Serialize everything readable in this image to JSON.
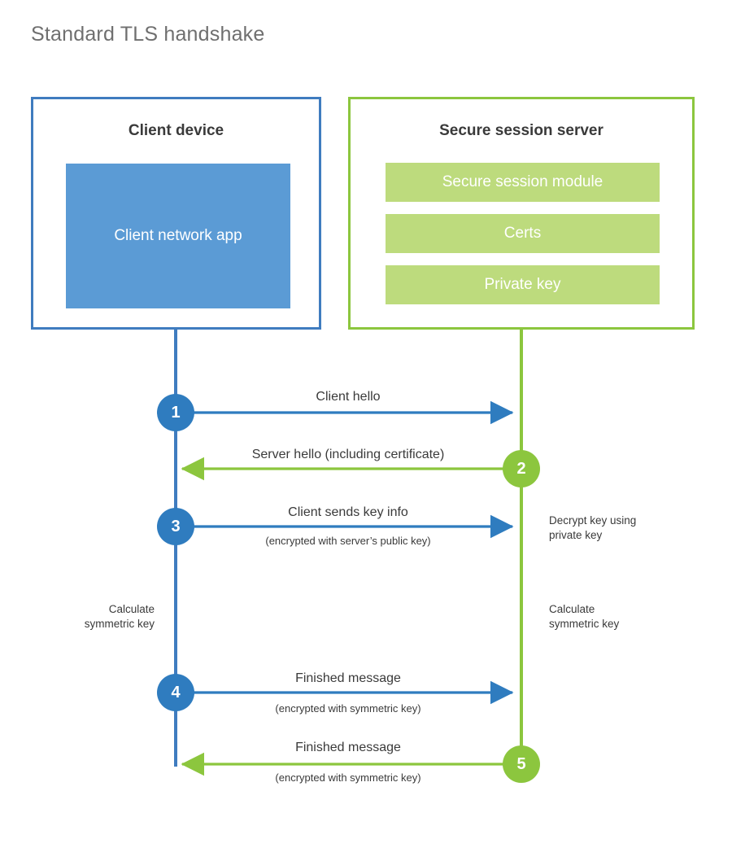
{
  "title": "Standard TLS handshake",
  "colors": {
    "client_border": "#3f7cbf",
    "client_fill": "#5b9bd5",
    "client_accent": "#2f7cbf",
    "server_border": "#8cc63e",
    "server_fill": "#bddb7d",
    "server_accent": "#8cc63e",
    "text": "#3a3a3a",
    "title_text": "#6f6f6f",
    "background": "#ffffff"
  },
  "client": {
    "title": "Client device",
    "app_label": "Client network app"
  },
  "server": {
    "title": "Secure session server",
    "blocks": [
      "Secure session module",
      "Certs",
      "Private key"
    ]
  },
  "steps": [
    {
      "number": "1",
      "label": "Client hello",
      "sub": "",
      "direction": "client-to-server",
      "color": "blue"
    },
    {
      "number": "2",
      "label": "Server hello (including certificate)",
      "sub": "",
      "direction": "server-to-client",
      "color": "green"
    },
    {
      "number": "3",
      "label": "Client sends key info",
      "sub": "(encrypted with server’s public key)",
      "direction": "client-to-server",
      "color": "blue"
    },
    {
      "number": "4",
      "label": "Finished message",
      "sub": "(encrypted with symmetric key)",
      "direction": "client-to-server",
      "color": "blue"
    },
    {
      "number": "5",
      "label": "Finished message",
      "sub": "(encrypted with symmetric key)",
      "direction": "server-to-client",
      "color": "green"
    }
  ],
  "notes": {
    "decrypt": "Decrypt key using\nprivate key",
    "calc_left": "Calculate\nsymmetric key",
    "calc_right": "Calculate\nsymmetric key"
  }
}
